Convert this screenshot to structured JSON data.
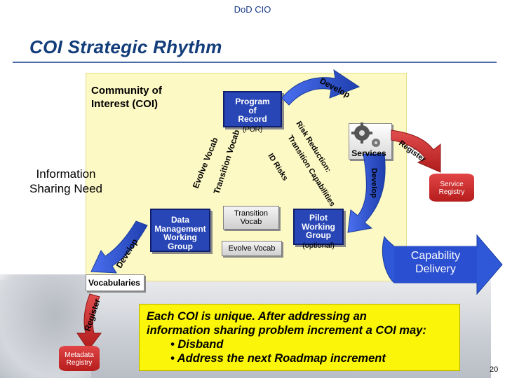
{
  "header": {
    "org": "DoD CIO"
  },
  "page": {
    "title": "COI Strategic Rhythm",
    "number": "20"
  },
  "colors": {
    "title": "#123d7a",
    "panel": "#fdf9c4",
    "arrow_blue": "#2f58d8",
    "registry_red": "#c62828",
    "note_yellow": "#fbf50a"
  },
  "diagram": {
    "community_label": "Community of Interest (COI)",
    "program_of_record": {
      "line1": "Program",
      "line2": "of",
      "line3": "Record",
      "abbr": "(POR)"
    },
    "info_need": "Information Sharing Need",
    "arrows": {
      "develop_top": "Develop",
      "evolve_vocab": "Evolve Vocab",
      "transition_vocab": "Transition Vocab",
      "risk_reduction": "Risk Reduction:",
      "transition_capabilities": "Transition Capabilities",
      "id_risks": "ID Risks",
      "register_right": "Register",
      "develop_right": "Develop",
      "develop_left": "Develop",
      "register_left": "Register"
    },
    "services_label": "Services",
    "data_mgmt": {
      "line1": "Data",
      "line2": "Management",
      "line3": "Working",
      "line4": "Group"
    },
    "transition_vocab_note": {
      "line1": "Transition",
      "line2": "Vocab"
    },
    "evolve_vocab_note": "Evolve Vocab",
    "pilot_wg": {
      "line1": "Pilot",
      "line2": "Working",
      "line3": "Group",
      "optional": "(optional)"
    },
    "service_registry": {
      "line1": "Service",
      "line2": "Registry"
    },
    "metadata_registry": {
      "line1": "Metadata",
      "line2": "Registry"
    },
    "vocabularies": "Vocabularies",
    "capability_delivery": {
      "line1": "Capability",
      "line2": "Delivery"
    }
  },
  "note": {
    "line1": "Each COI is unique.  After addressing an",
    "line2": "information sharing problem increment a COI may:",
    "bullet1": "• Disband",
    "bullet2": "• Address the next Roadmap increment"
  }
}
